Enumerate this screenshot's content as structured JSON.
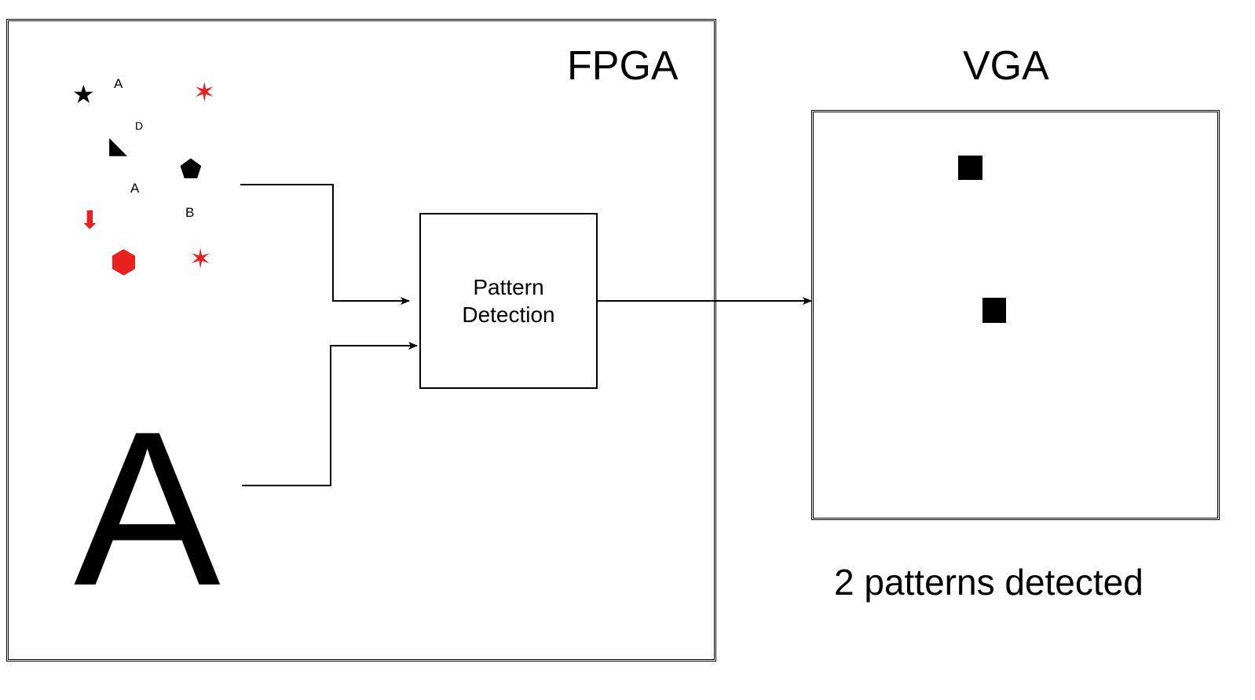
{
  "fpga": {
    "title": "FPGA"
  },
  "vga": {
    "title": "VGA",
    "caption": "2 patterns detected",
    "detected_count": 2
  },
  "processor": {
    "line1": "Pattern",
    "line2": "Detection"
  },
  "input_letters": {
    "a1": "A",
    "d": "D",
    "a2": "A",
    "b": "B"
  },
  "template": {
    "letter": "A"
  },
  "shapes": [
    {
      "name": "star-icon",
      "glyph": "★",
      "color": "#000000"
    },
    {
      "name": "six-point-star-icon",
      "glyph": "✶",
      "color": "#e8201e"
    },
    {
      "name": "right-triangle-icon",
      "glyph": "◣",
      "color": "#000000"
    },
    {
      "name": "pentagon-icon",
      "glyph": "⬟",
      "color": "#000000"
    },
    {
      "name": "down-arrow-icon",
      "glyph": "⬇",
      "color": "#e8201e"
    },
    {
      "name": "hexagon-icon",
      "glyph": "⬢",
      "color": "#e8201e"
    },
    {
      "name": "six-point-star-icon",
      "glyph": "✶",
      "color": "#e8201e"
    }
  ],
  "colors": {
    "stroke": "#000000",
    "accent": "#e8201e"
  }
}
